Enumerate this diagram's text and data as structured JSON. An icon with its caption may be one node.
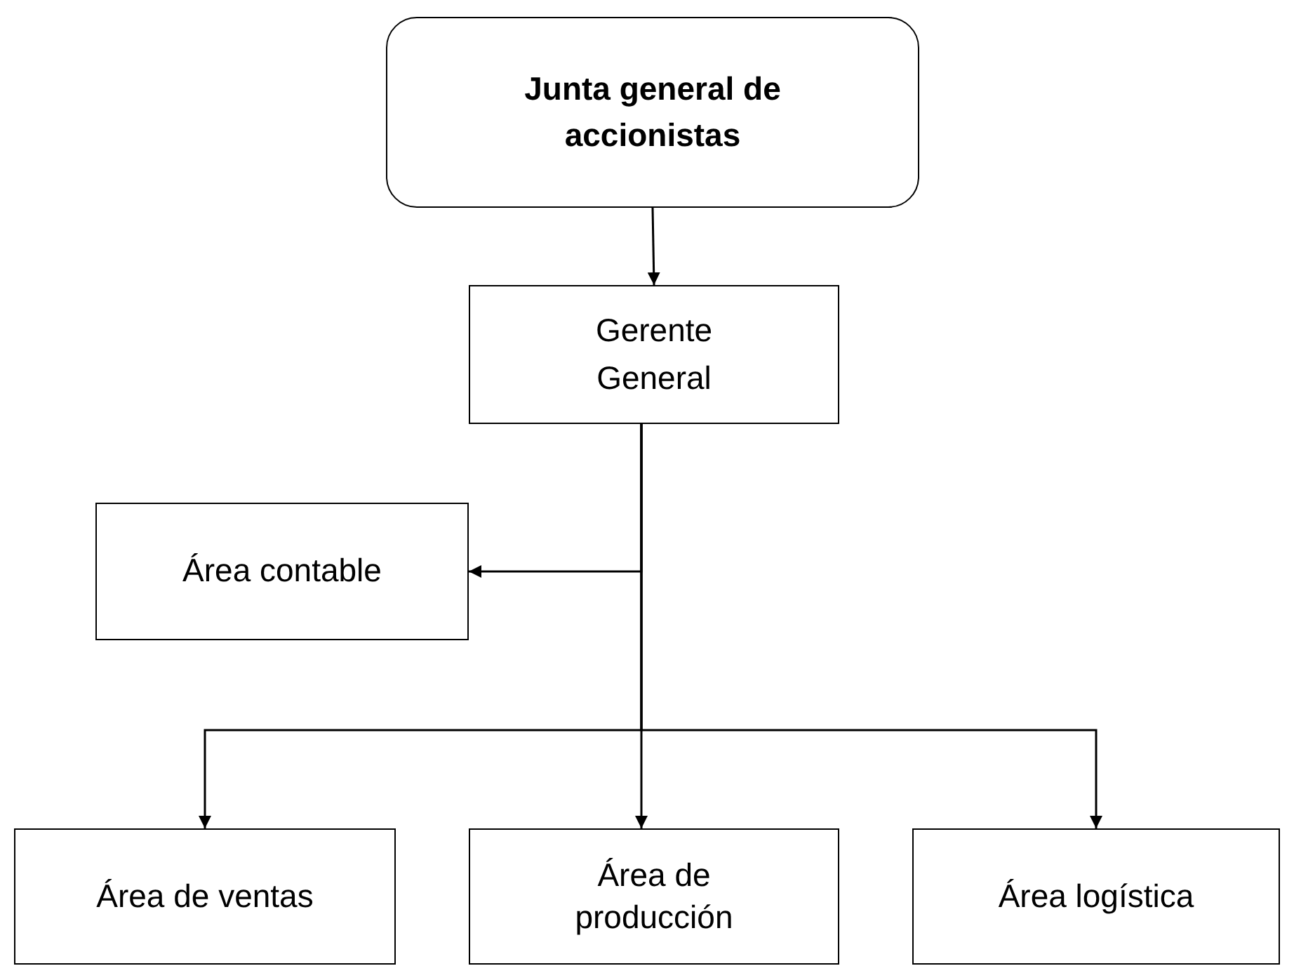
{
  "diagram": {
    "nodes": [
      {
        "text": [
          "Junta general de accionistas"
        ]
      },
      {
        "text": [
          "Gerente General"
        ]
      },
      {
        "text": [
          "Área contable"
        ]
      },
      {
        "text": [
          "Área de ventas"
        ]
      },
      {
        "text": [
          "Área de producción"
        ]
      },
      {
        "text": [
          "Área logística"
        ]
      }
    ],
    "edges": [
      {
        "from": 0,
        "to": 1,
        "arrow": "to"
      },
      {
        "from": 1,
        "to": 2,
        "arrow": "to"
      },
      {
        "from": 1,
        "to": 3,
        "arrow": "to"
      },
      {
        "from": 1,
        "to": 4,
        "arrow": "to"
      },
      {
        "from": 1,
        "to": 5,
        "arrow": "to"
      }
    ]
  }
}
